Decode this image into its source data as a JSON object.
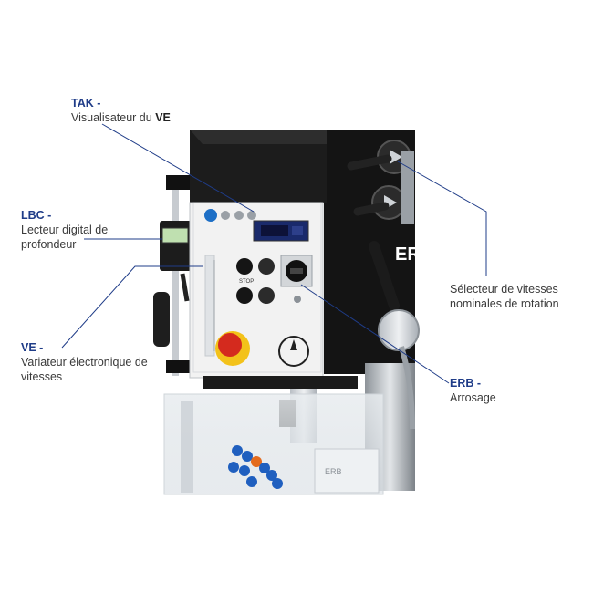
{
  "callouts": {
    "tak": {
      "code": "TAK -",
      "desc_prefix": "Visualisateur du ",
      "desc_bold": "VE"
    },
    "lbc": {
      "code": "LBC -",
      "desc": "Lecteur digital de profondeur"
    },
    "ve": {
      "code": "VE -",
      "desc": "Variateur électronique de vitesses"
    },
    "sel": {
      "desc": "Sélecteur de vitesses nominales de rotation"
    },
    "erb": {
      "code": "ERB -",
      "desc": "Arrosage"
    }
  },
  "machine": {
    "head_badge": "ER GR",
    "plate_label": "ERB",
    "panel_button_label": "STOP"
  },
  "colors": {
    "callout_code": "#1f3c88",
    "leader_line": "#1f3c88",
    "machine_body": "#1a1a1a",
    "panel": "#f2f2f2",
    "emergency_red": "#d42a1e",
    "emergency_yellow": "#f3c21a",
    "display_blue": "#1a2a6b",
    "coolant_blue": "#1f5fbf",
    "coolant_orange": "#e36b1e"
  }
}
